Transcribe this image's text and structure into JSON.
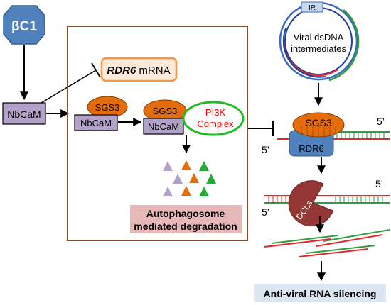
{
  "nodes": {
    "bc1": "βC1",
    "nbcam_left": "NbCaM",
    "rdr6_mrna_gene": "RDR6",
    "rdr6_mrna_suffix": " mRNA",
    "sgs3_a": "SGS3",
    "nbcam_a": "NbCaM",
    "sgs3_b": "SGS3",
    "nbcam_b": "NbCaM",
    "pi3k_line1": "PI3K",
    "pi3k_line2": "Complex",
    "autophago_line1": "Autophagosome",
    "autophago_line2": "mediated degradation",
    "ir": "IR",
    "viral_line1": "Viral dsDNA",
    "viral_line2": "intermediates",
    "sgs3_right": "SGS3",
    "rdr6_right": "RDR6",
    "five_prime_top_right": "5’",
    "five_prime_top_left": "5’",
    "dcls": "DCLs",
    "five_prime_mid_right": "5’",
    "five_prime_mid_left": "5’",
    "antiviral": "Anti-viral RNA silencing"
  },
  "colors": {
    "bc1_fill": "#4f81bd",
    "nbcam_fill": "#b3a2c7",
    "sgs3_fill": "#e46c0a",
    "rdr6_mrna_fill": "#fdeada",
    "rdr6_mrna_border": "#f79646",
    "pi3k_border": "#22bb22",
    "pi3k_text": "#ff0000",
    "autophago_fill": "#e6b9b8",
    "frame_border": "#7f4f2f",
    "rdr6_fill": "#4f81bd",
    "dcl_fill": "#953735",
    "rna_red": "#e3262b",
    "rna_green": "#2e9e3e",
    "ir_fill": "#c6d9f1",
    "antiviral_fill": "#dce6f2",
    "tri_purple": "#b3a2c7",
    "tri_orange": "#e46c0a",
    "tri_green": "#22aa33"
  }
}
